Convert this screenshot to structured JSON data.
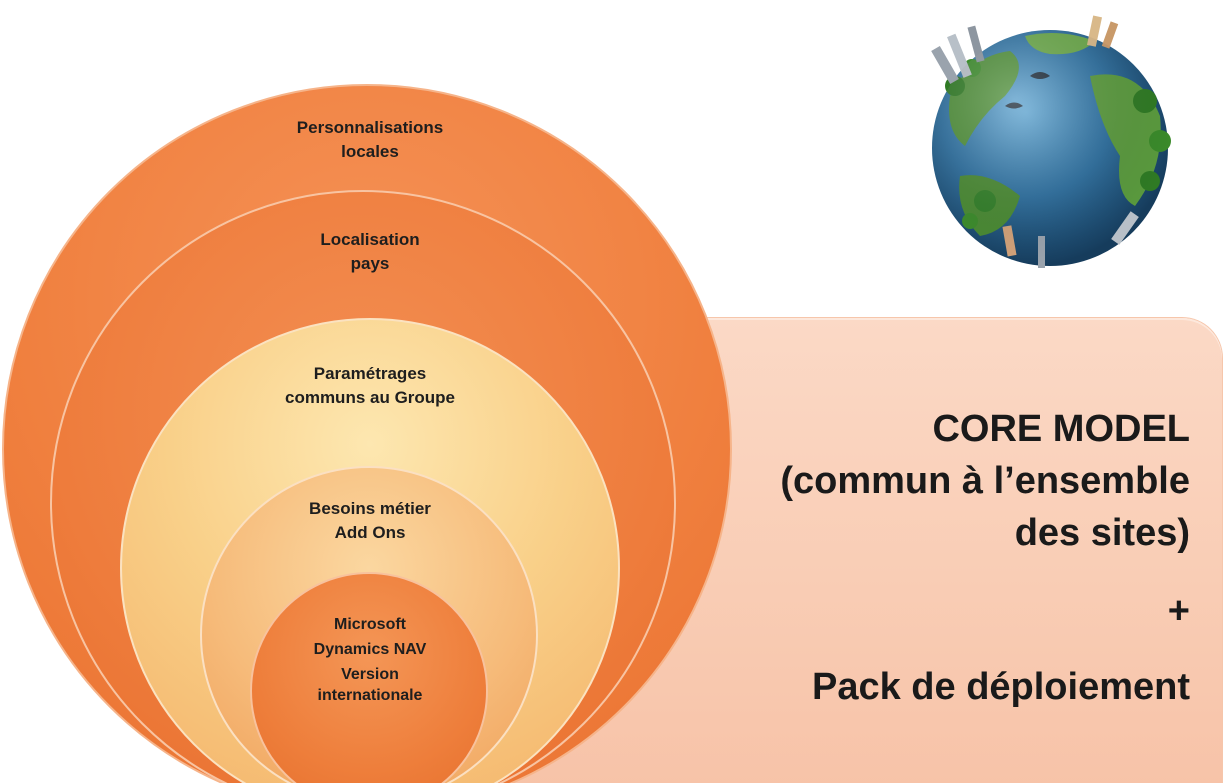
{
  "circles": {
    "outer": {
      "line1": "Personnalisations",
      "line2": "locales"
    },
    "country": {
      "line1": "Localisation",
      "line2": "pays"
    },
    "group": {
      "line1": "Paramétrages",
      "line2": "communs au Groupe"
    },
    "business": {
      "line1": "Besoins métier",
      "line2": "Add Ons"
    },
    "core": {
      "line1": "Microsoft",
      "line2": "Dynamics NAV",
      "line3": "Version",
      "line4": "internationale"
    }
  },
  "panel": {
    "line1": "CORE MODEL",
    "line2": "(commun à l’ensemble",
    "line3": "des sites)",
    "plus": "+",
    "line4": "Pack de déploiement"
  },
  "colors": {
    "orange": "#ee7c3c",
    "light_yellow": "#f9d089",
    "panel_peach": "#f9cdb5"
  },
  "icons": {
    "globe": "globe-icon"
  }
}
